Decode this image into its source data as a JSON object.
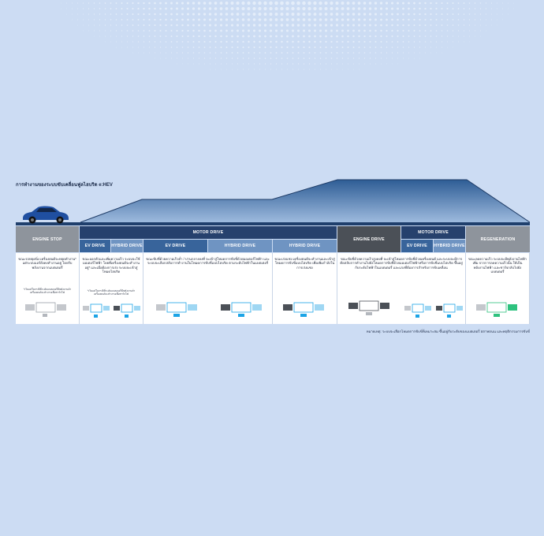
{
  "title": "การทำงานของระบบขับเคลื่อนฟูลไฮบริด e:HEV",
  "footnote": "หมายเหตุ: ระบบจะเลือกโหมดการขับขี่ที่เหมาะสม ขึ้นอยู่กับระดับของแบตเตอรี่ สภาพถนน และพฤติกรรมการขับขี่",
  "colors": {
    "background": "#ccdcf3",
    "dark_blue": "#26416d",
    "mid_blue": "#38649b",
    "light_blue": "#6f94c2",
    "gray": "#8e949c",
    "dark_gray": "#4b5057",
    "battery_blue": "#1ca4e6",
    "regen_green": "#2ec27e"
  },
  "headers": {
    "engine_stop": "ENGINE STOP",
    "motor_drive_1": "MOTOR DRIVE",
    "ev_drive_small_1": "EV DRIVE",
    "hybrid_drive_small_1": "HYBRID DRIVE",
    "ev_drive": "EV DRIVE",
    "hybrid_drive_1": "HYBRID DRIVE",
    "hybrid_drive_2": "HYBRID DRIVE",
    "engine_drive": "ENGINE DRIVE",
    "motor_drive_2": "MOTOR DRIVE",
    "ev_drive_small_2": "EV DRIVE",
    "hybrid_drive_small_2": "HYBRID DRIVE",
    "regeneration": "REGENERATION"
  },
  "panels": {
    "engine_stop": {
      "desc": "ขณะรถหยุดนิ่ง เครื่องยนต์จะหยุดทำงาน* แต่ระบบแอร์ยังคงทำงานอยู่ โดยรับพลังงานจากแบตเตอรี่",
      "note": "*เว้นแต่ในกรณีที่ระดับแบตเตอรี่มีพลังงานต่ำ เครื่องยนต์จะทำงานเพื่อชาร์จไฟ"
    },
    "start": {
      "desc": "ขณะออกตัวและเพิ่มความเร็ว ระบบจะใช้มอเตอร์ไฟฟ้า โดยที่เครื่องยนต์จะทำงานอยู่* และเมื่อต้องการเร่ง ระบบจะเข้าสู่โหมดไฮบริด",
      "note": "*เว้นแต่ในกรณีที่ระดับแบตเตอรี่มีพลังงานต่ำ เครื่องยนต์จะทำงานเพื่อชาร์จไฟ"
    },
    "cruise": {
      "desc": "ขณะขับขี่ด้วยความเร็วต่ำ / ปานกลางคงที่ จะเข้าสู่โหมดการขับขี่ด้วยมอเตอร์ไฟฟ้า และระบบจะเลือกสลับการทำงานในโหมดการขับขี่แบบไฮบริด ตามระดับไฟฟ้าในแบตเตอรี่"
    },
    "accel": {
      "desc": "ขณะเร่งแซง เครื่องยนต์จะทำงานและเข้าสู่โหมดการขับขี่แบบไฮบริด เพื่อเพิ่มกำลังในการเร่งแซง"
    },
    "engine_drive": {
      "desc": "ขณะขับขี่ด้วยความเร็วสูงคงที่ จะเข้าสู่โหมดการขับขี่ด้วยเครื่องยนต์ และระบบจะมีการตัดสลับการทำงานไปยังโหมดการขับขี่ด้วยมอเตอร์ไฟฟ้าหรือการขับขี่แบบไฮบริด ขึ้นอยู่กับระดับไฟฟ้าในแบตเตอรี่ และแรงที่ต้องการสำหรับการขับเคลื่อน"
    },
    "regeneration": {
      "desc": "ขณะลดความเร็ว ระบบจะมีพลังงานไฟฟ้าเพิ่ม จากการลดความเร็วนั้น ให้เป็นพลังงานไฟฟ้า และชาร์จกลับไปยังแบตเตอรี่"
    }
  }
}
